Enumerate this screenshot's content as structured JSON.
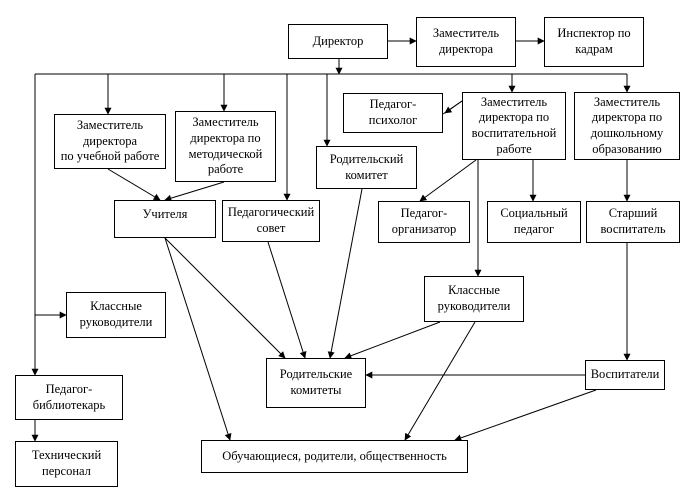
{
  "nodes": {
    "director": "Директор",
    "deputy": "Заместитель\nдиректора",
    "hr_inspector": "Инспектор по\nкадрам",
    "psychologist": "Педагог-\nпсихолог",
    "deputy_education": "Заместитель\nдиректора по\nвоспитательной\nработе",
    "deputy_preschool": "Заместитель\nдиректора по\nдошкольному\nобразованию",
    "deputy_study": "Заместитель\nдиректора\nпо учебной работе",
    "deputy_methodical": "Заместитель\nдиректора по\nметодической\nработе",
    "parent_committee": "Родительский\nкомитет",
    "teachers": "Учителя",
    "ped_council": "Педагогический\nсовет",
    "organizer": "Педагог-\nорганизатор",
    "social_teacher": "Социальный\nпедагог",
    "senior_educator": "Старший\nвоспитатель",
    "class_teachers_left": "Классные\nруководители",
    "class_teachers_right": "Классные\nруководители",
    "parent_committees": "Родительские\nкомитеты",
    "educators": "Воспитатели",
    "librarian": "Педагог-\nбиблиотекарь",
    "tech_staff": "Технический\nперсонал",
    "students": "Обучающиеся, родители, общественность"
  }
}
